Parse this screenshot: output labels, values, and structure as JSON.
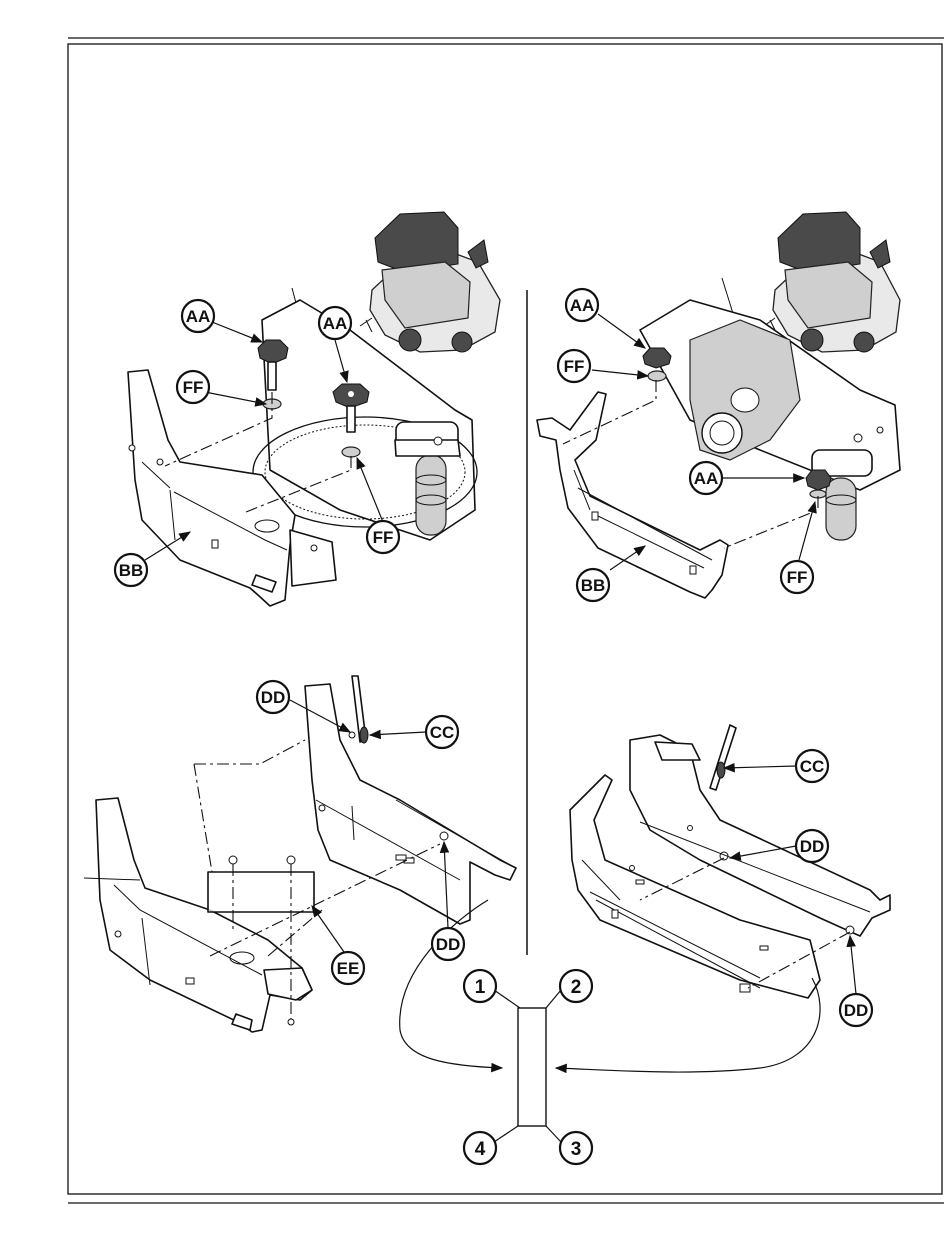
{
  "labels": {
    "aa": "AA",
    "bb": "BB",
    "cc": "CC",
    "dd": "DD",
    "ee": "EE",
    "ff": "FF"
  },
  "steps": [
    "1",
    "2",
    "3",
    "4"
  ]
}
